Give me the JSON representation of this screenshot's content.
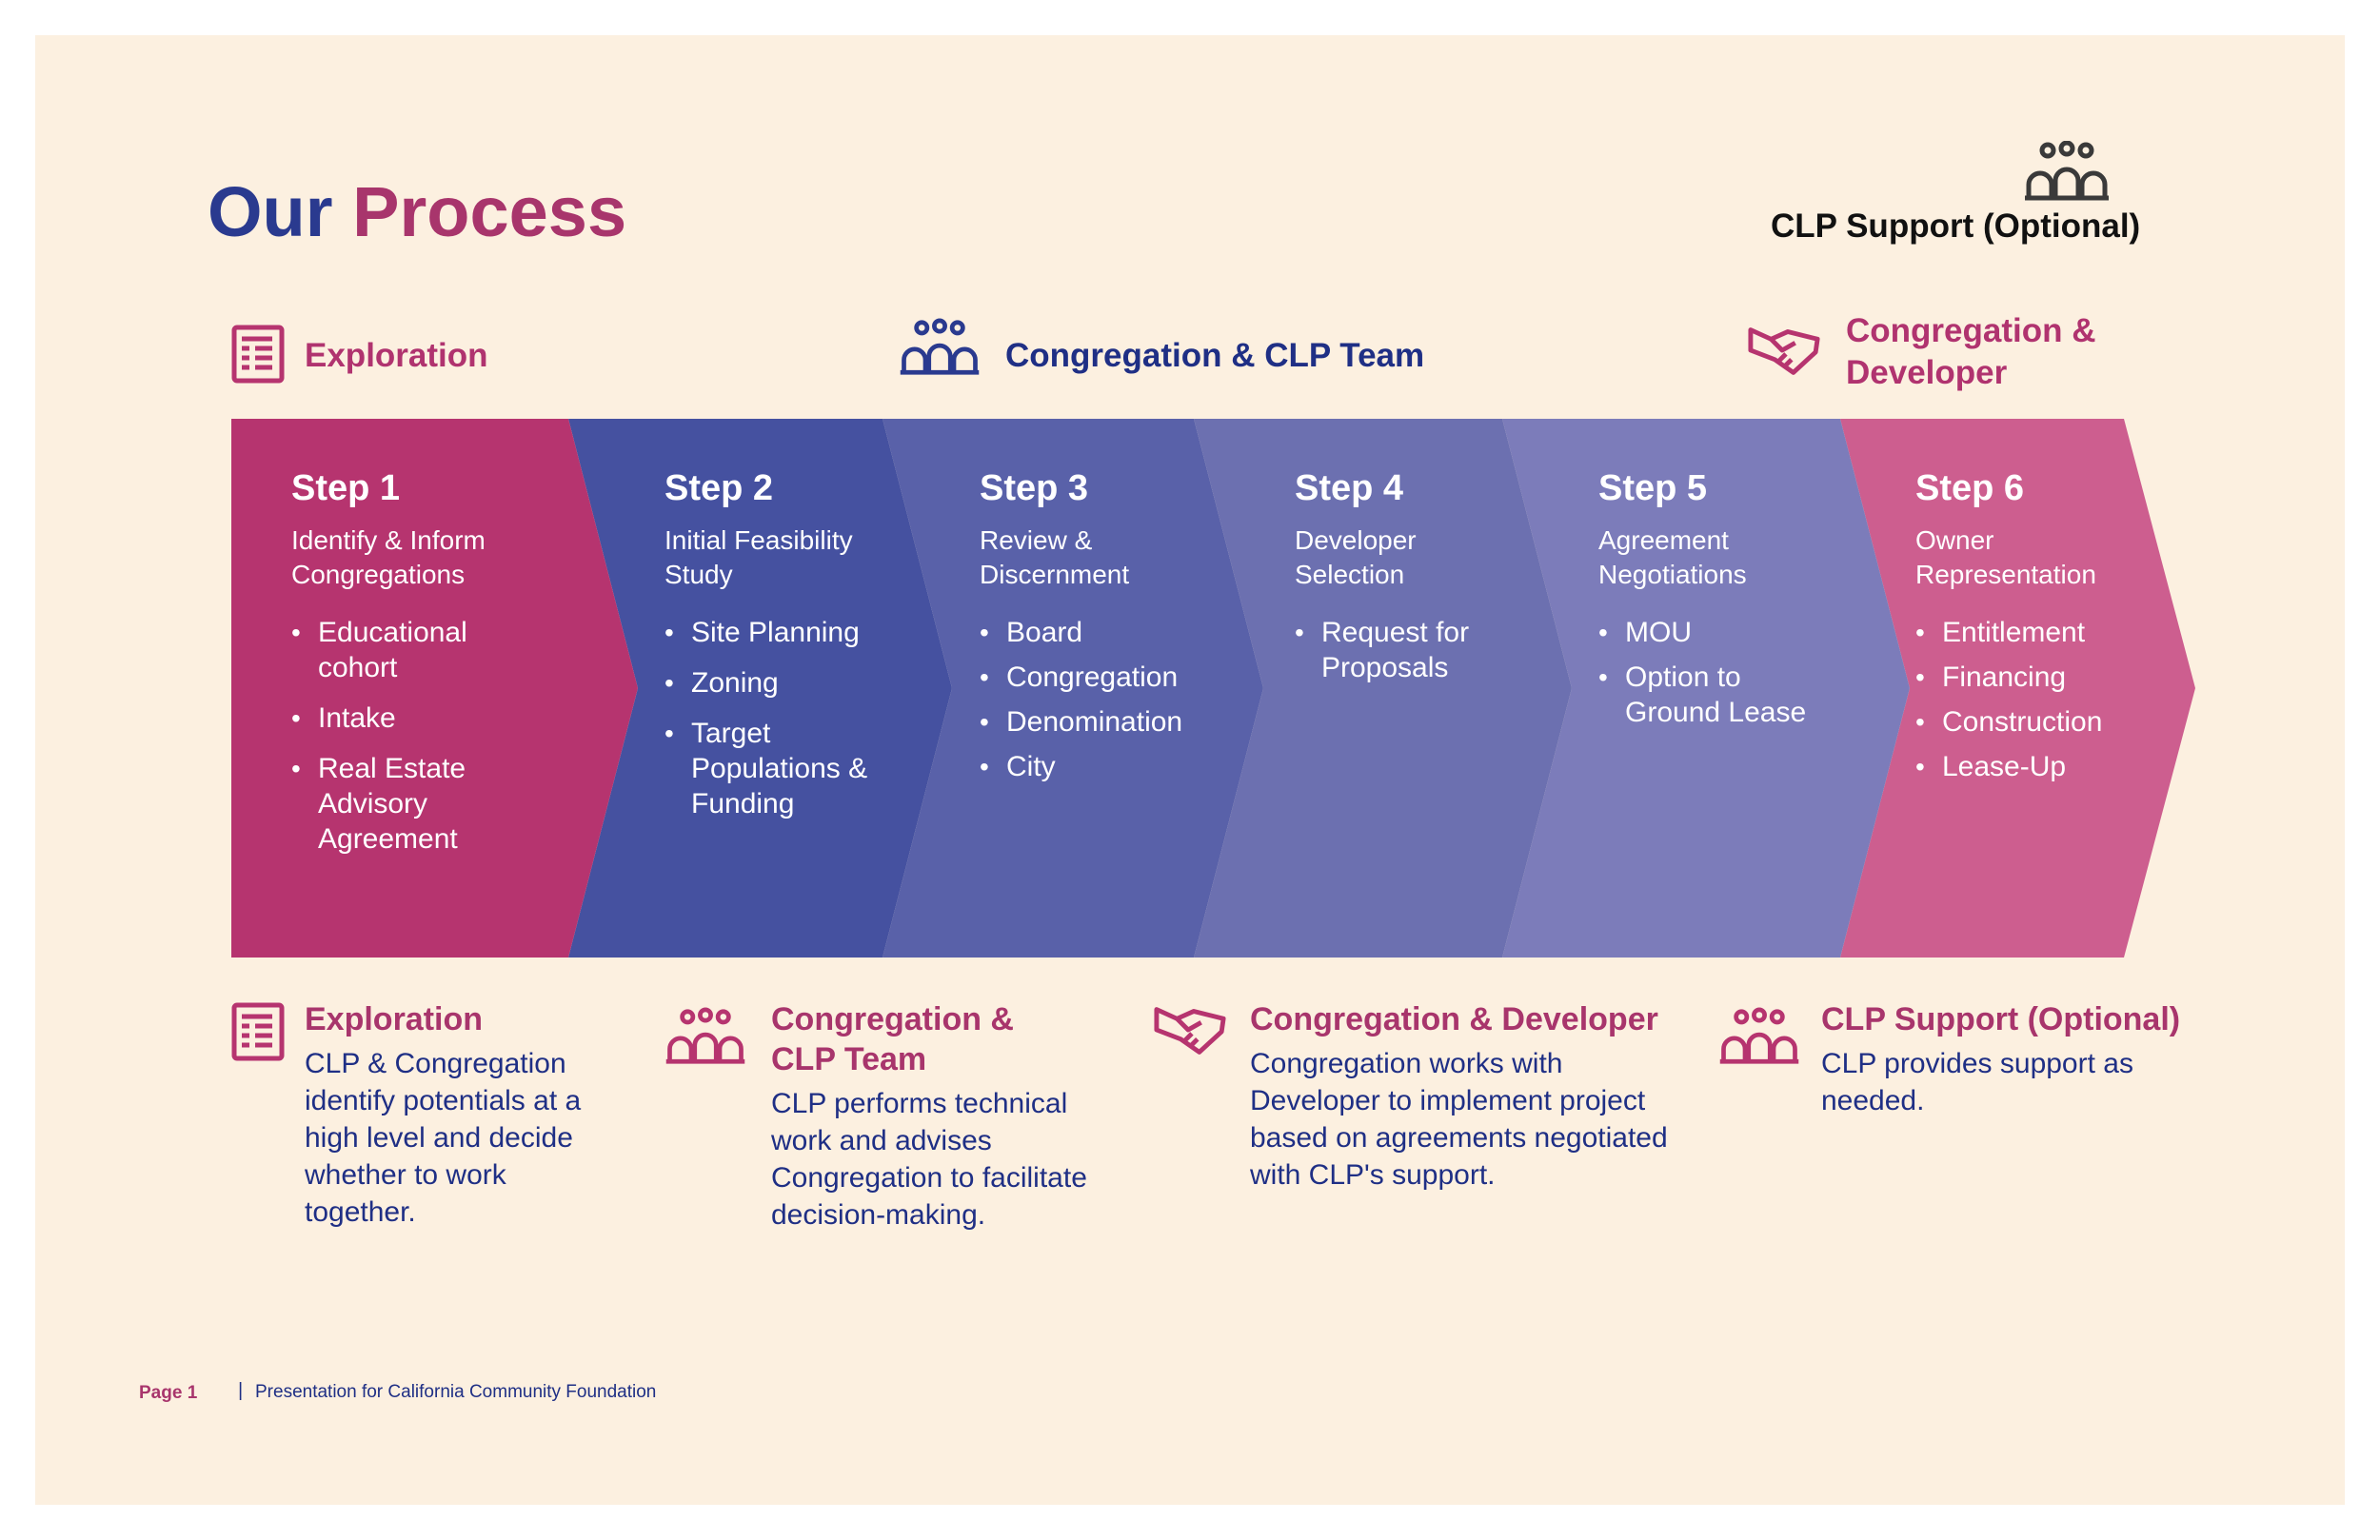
{
  "title": {
    "word1": "Our",
    "word2": "Process"
  },
  "clp_support_label": "CLP Support (Optional)",
  "legend": {
    "exploration": "Exploration",
    "team": "Congregation & CLP Team",
    "developer": "Congregation &\nDeveloper"
  },
  "steps": [
    {
      "title": "Step 1",
      "subtitle": "Identify & Inform\nCongregations",
      "items": [
        "Educational\ncohort",
        "Intake",
        "Real Estate\nAdvisory\nAgreement"
      ]
    },
    {
      "title": "Step 2",
      "subtitle": "Initial Feasibility\nStudy",
      "items": [
        "Site Planning",
        "Zoning",
        "Target\nPopulations &\nFunding"
      ]
    },
    {
      "title": "Step 3",
      "subtitle": "Review &\nDiscernment",
      "items": [
        "Board",
        "Congregation",
        "Denomination",
        "City"
      ]
    },
    {
      "title": "Step 4",
      "subtitle": "Developer\nSelection",
      "items": [
        "Request for\nProposals"
      ]
    },
    {
      "title": "Step 5",
      "subtitle": "Agreement\nNegotiations",
      "items": [
        "MOU",
        "Option to\nGround Lease"
      ]
    },
    {
      "title": "Step 6",
      "subtitle": "Owner\nRepresentation",
      "items": [
        "Entitlement",
        "Financing",
        "Construction",
        "Lease-Up"
      ]
    }
  ],
  "descriptions": [
    {
      "title": "Exploration",
      "text": "CLP & Congregation identify potentials at a high level and decide whether to work together."
    },
    {
      "title": "Congregation &\nCLP Team",
      "text": "CLP performs technical work and advises Congregation to facilitate decision-making."
    },
    {
      "title": "Congregation & Developer",
      "text": "Congregation works with Developer to implement project based on agreements negotiated with CLP's support."
    },
    {
      "title": "CLP Support (Optional)",
      "text": "CLP provides support as needed."
    }
  ],
  "footer": {
    "page": "Page 1",
    "separator": "|",
    "text": "Presentation for California Community Foundation"
  },
  "colors": {
    "background": "#fcf0e0",
    "navy": "#2a3a8f",
    "magenta": "#a8356c",
    "step1": "#b6346f",
    "step2": "#4551a0",
    "step3": "#5961a9",
    "step4": "#6c70b0",
    "step5": "#7c7cba",
    "step6": "#cd5e8f"
  },
  "icons": [
    "document-icon",
    "group-icon",
    "handshake-icon"
  ]
}
